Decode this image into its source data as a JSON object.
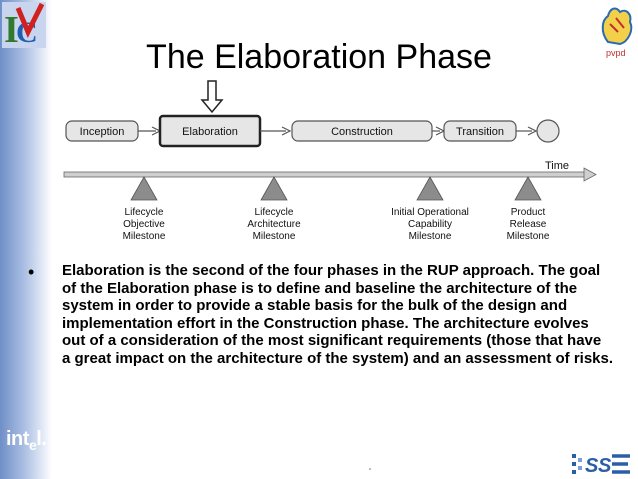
{
  "slide": {
    "title": "The Elaboration Phase",
    "bullet": "Elaboration is the second of the four phases in the RUP approach. The goal of the Elaboration phase is to define and baseline the architecture of the system in order to provide a stable basis for the bulk of the design and implementation effort in the Construction phase. The architecture evolves out of a consideration of the most significant requirements (those that have a great impact on the architecture of the system) and an assessment of risks."
  },
  "diagram": {
    "phases": [
      "Inception",
      "Elaboration",
      "Construction",
      "Transition"
    ],
    "time_label": "Time",
    "milestones": [
      {
        "line1": "Lifecycle",
        "line2": "Objective",
        "line3": "Milestone"
      },
      {
        "line1": "Lifecycle",
        "line2": "Architecture",
        "line3": "Milestone"
      },
      {
        "line1": "Initial Operational",
        "line2": "Capability",
        "line3": "Milestone"
      },
      {
        "line1": "Product",
        "line2": "Release",
        "line3": "Milestone"
      }
    ]
  },
  "logos": {
    "top_right_text": "pvpd",
    "intel_text": "int",
    "intel_suffix": "e",
    "intel_end": "l."
  },
  "colors": {
    "phase_fill": "#e6e6e6",
    "phase_stroke": "#555555",
    "milestone_fill": "#8c8c8c",
    "band_left": "#6f8fc7"
  }
}
